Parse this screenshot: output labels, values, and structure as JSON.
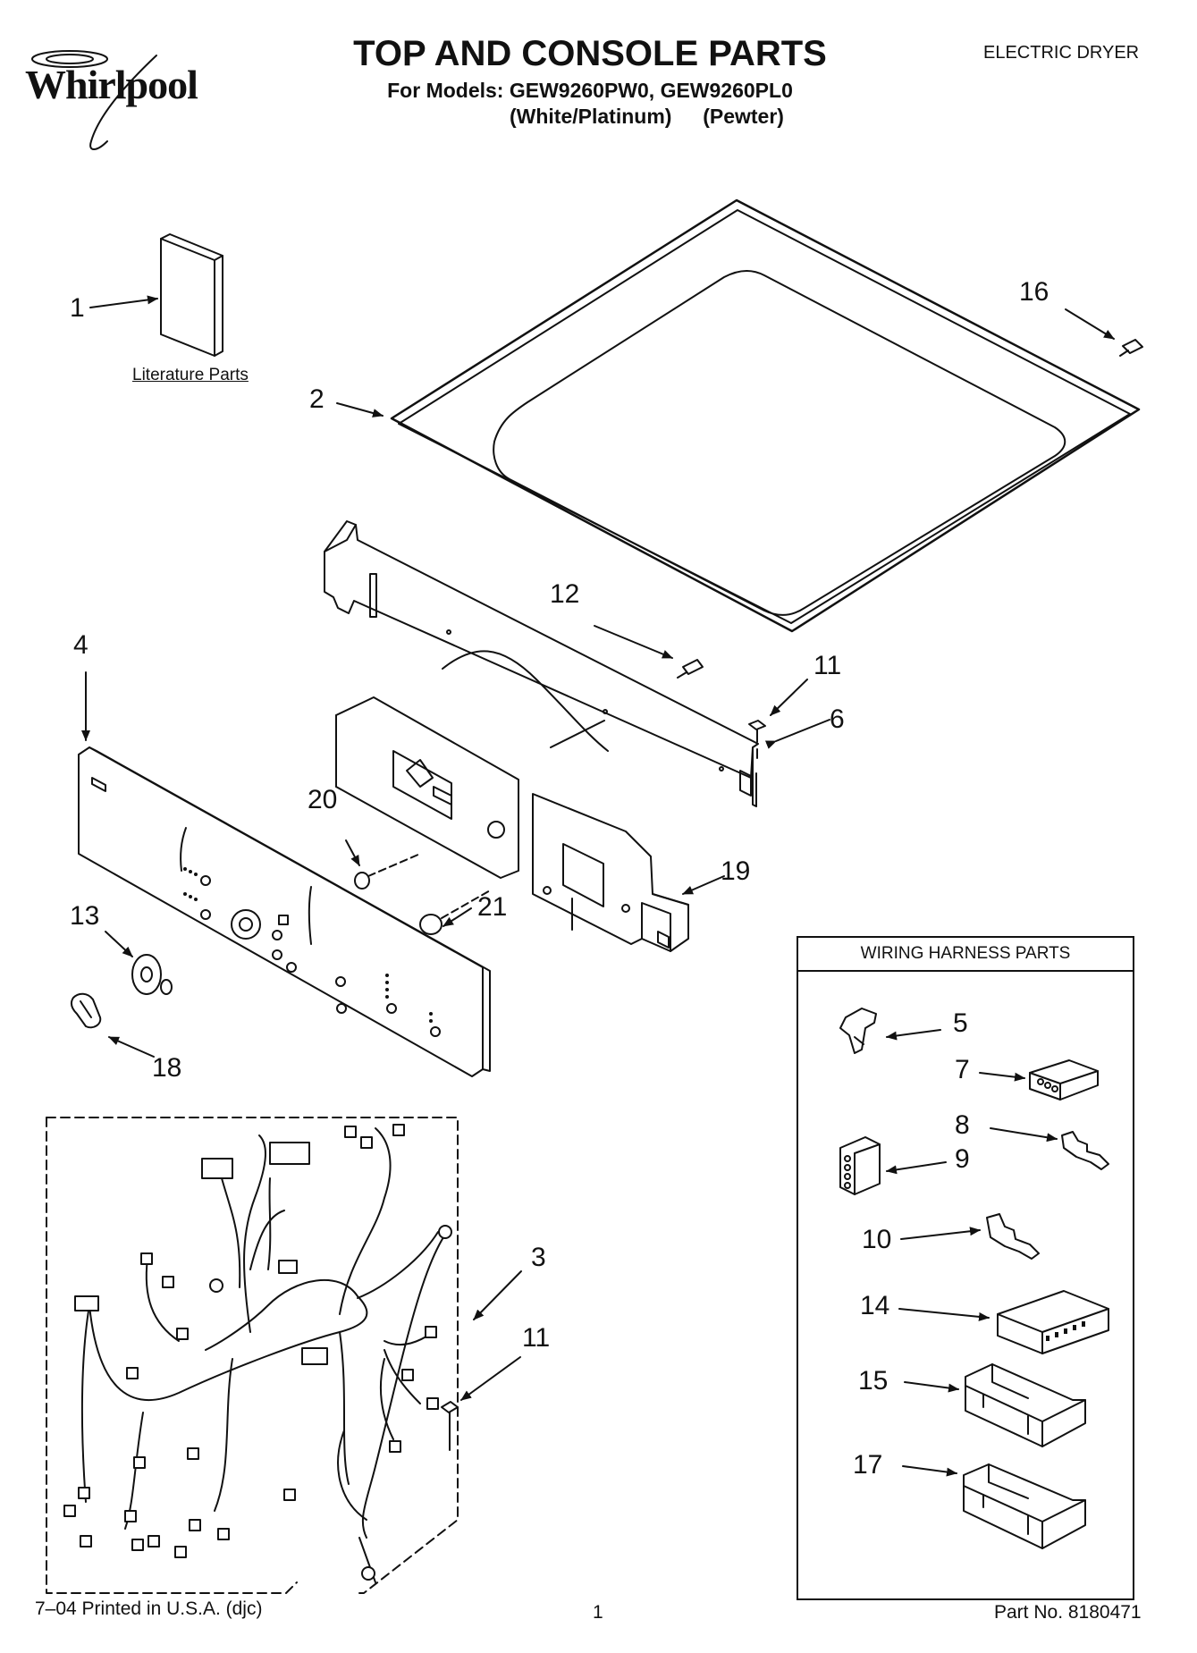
{
  "brand": "Whirlpool",
  "header": {
    "title": "TOP AND CONSOLE PARTS",
    "models_line": "For Models: GEW9260PW0, GEW9260PL0",
    "variant_white": "(White/Platinum)",
    "variant_pewter": "(Pewter)",
    "product_type": "ELECTRIC DRYER"
  },
  "literature_label": "Literature Parts",
  "harness_box_title": "WIRING HARNESS PARTS",
  "callouts": {
    "c1": "1",
    "c2": "2",
    "c3": "3",
    "c4": "4",
    "c5": "5",
    "c6": "6",
    "c7": "7",
    "c8": "8",
    "c9": "9",
    "c10": "10",
    "c11a": "11",
    "c11b": "11",
    "c12": "12",
    "c13": "13",
    "c14": "14",
    "c15": "15",
    "c16": "16",
    "c17": "17",
    "c18": "18",
    "c19": "19",
    "c20": "20",
    "c21": "21"
  },
  "footer": {
    "printed": "7–04 Printed in U.S.A. (djc)",
    "page_number": "1",
    "part_number": "Part No. 8180471"
  }
}
